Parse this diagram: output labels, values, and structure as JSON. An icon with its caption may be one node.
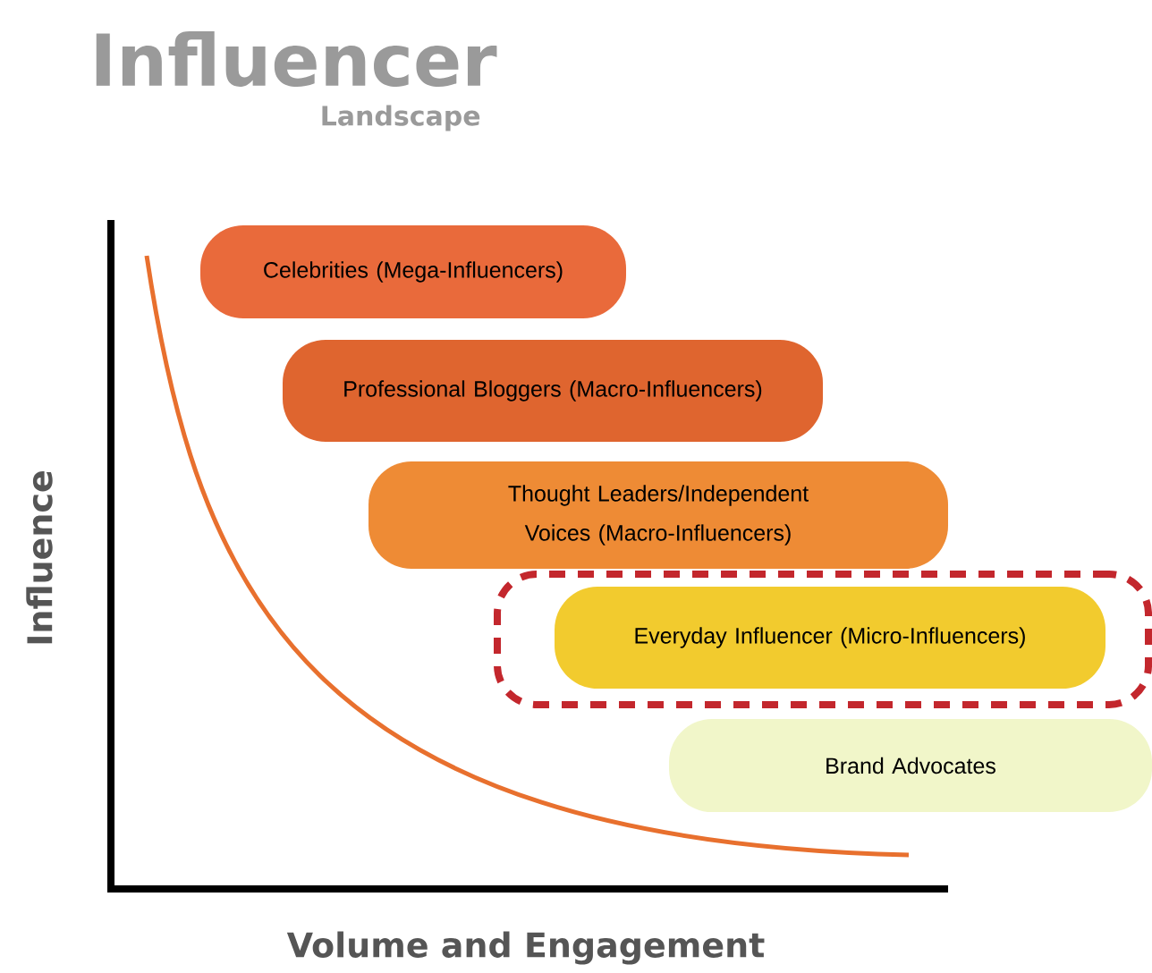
{
  "diagram": {
    "title": "Influencer",
    "nodes": [
      {
        "text": [
          "Celebrities (Mega-Influencers)"
        ]
      },
      {
        "text": [
          "Professional Bloggers (Macro-Influencers)"
        ]
      },
      {
        "text": [
          "Thought Leaders/Independent Voices (Macro-Influencers)"
        ]
      },
      {
        "text": [],
        "shape": "box"
      },
      {
        "text": [
          "Everyday Influencer (Micro-Influencers)"
        ],
        "in": 3
      },
      {
        "text": [
          "Brand Advocates"
        ]
      }
    ],
    "labels": [
      "Landscape",
      "Influence",
      "Volume and Engagement"
    ]
  }
}
